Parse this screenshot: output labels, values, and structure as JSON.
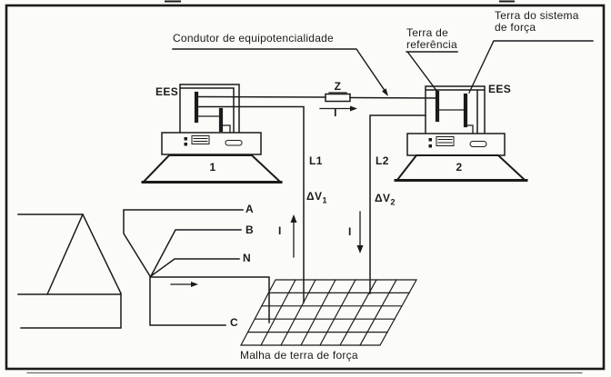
{
  "callouts": {
    "equipotential_conductor": "Condutor de equipotencialidade",
    "reference_ground": {
      "line1": "Terra de",
      "line2": "referência"
    },
    "power_system_ground": {
      "line1": "Terra do sistema",
      "line2": "de força"
    },
    "ground_mesh_caption": "Malha de terra de força"
  },
  "workstations": {
    "left": {
      "number": "1",
      "ees": "EES"
    },
    "right": {
      "number": "2",
      "ees": "EES"
    }
  },
  "electrical": {
    "impedance": "Z",
    "current": "I",
    "line1": "L1",
    "line2": "L2",
    "delta_v1": {
      "base": "ΔV",
      "sub": "1"
    },
    "delta_v2": {
      "base": "ΔV",
      "sub": "2"
    },
    "phase_a": "A",
    "phase_b": "B",
    "neutral": "N",
    "phase_c": "C"
  },
  "colors": {
    "ink": "#1b1b1b",
    "background": "#fbfbf8"
  }
}
